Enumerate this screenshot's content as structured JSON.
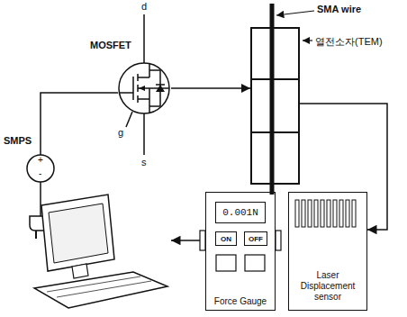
{
  "diagram": {
    "nodes": [
      {
        "text": [
          "MOSFET"
        ]
      },
      {
        "text": [
          "열전소자(TEM)"
        ]
      },
      {
        "text": [
          "Force Gauge"
        ]
      },
      {
        "text": [
          "0.001N"
        ],
        "in": 2
      },
      {
        "text": [
          "ON"
        ],
        "in": 2
      },
      {
        "text": [
          "OFF"
        ],
        "in": 2
      },
      {
        "text": [
          "Laser Displacement sensor"
        ]
      }
    ],
    "edges": [
      {
        "from": 0,
        "to": 1,
        "arrow": "to"
      },
      {
        "from": 1,
        "to": 6,
        "arrow": "to"
      }
    ],
    "labels": [
      "SMA wire",
      "d",
      "g",
      "s",
      "SMPS",
      "+",
      "-"
    ]
  }
}
